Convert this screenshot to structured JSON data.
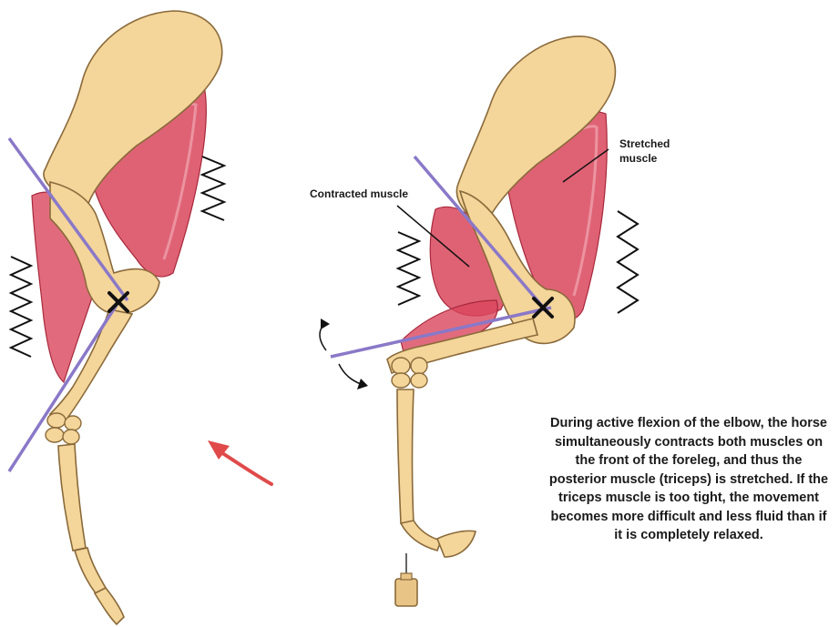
{
  "labels": {
    "contracted": "Contracted muscle",
    "stretched": "Stretched muscle"
  },
  "caption": "During active flexion of the elbow, the horse simultaneously contracts both muscles on the front of the foreleg, and thus the posterior muscle (triceps) is stretched. If the triceps muscle is too tight, the movement becomes more difficult and less fluid than if it is completely relaxed.",
  "colors": {
    "bone": "#f4d59a",
    "bone_outline": "#8a6a3a",
    "muscle": "#d9465c",
    "muscle_light": "#f1a8b4",
    "axis_line": "#8a78c8",
    "arrow": "#e04a4a",
    "ink": "#111111"
  }
}
